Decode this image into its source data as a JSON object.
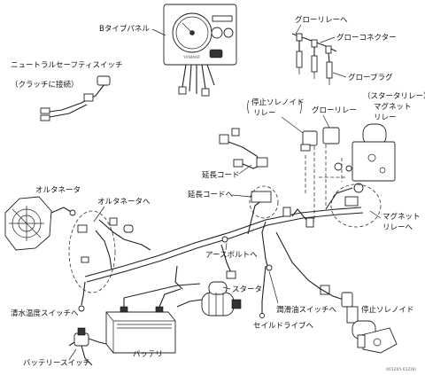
{
  "labels": {
    "b_panel": "Bタイプパネル",
    "glow_relay_to": "グローリレーへ",
    "glow_connector": "グローコネクター",
    "glow_plug": "グロープラグ",
    "neutral_safety_switch": "ニュートラルセーフティスイッチ",
    "clutch_note": "（クラッチに接続）",
    "stop_solenoid_relay_1": "停止ソレノイド",
    "stop_solenoid_relay_2": "リレー",
    "glow_relay": "グローリレー",
    "magnet_relay_1": "（スタータリレー）",
    "magnet_relay_2": "マグネット",
    "magnet_relay_3": "リレー",
    "extension_cord": "延長コード",
    "alternator": "オルタネータ",
    "to_alternator": "オルタネータへ",
    "to_extension_cord": "延長コードへ",
    "to_magnet_relay_1": "マグネット",
    "to_magnet_relay_2": "リレーへ",
    "to_earth_bolt": "アースボルトへ",
    "starter": "スタータ",
    "coolant_temp_switch_to": "清水温度スイッチへ",
    "oil_switch_to": "潤滑油スイッチへ",
    "stop_solenoid": "停止ソレノイド",
    "sail_drive_to": "セイルドライブへ",
    "battery": "バッテリ",
    "battery_switch": "バッテリースイッチ",
    "figure_code": "001265-01Z(B)"
  },
  "panel": {
    "brand": "YANMAR"
  },
  "colors": {
    "ink": "#222222",
    "background": "#ffffff"
  }
}
